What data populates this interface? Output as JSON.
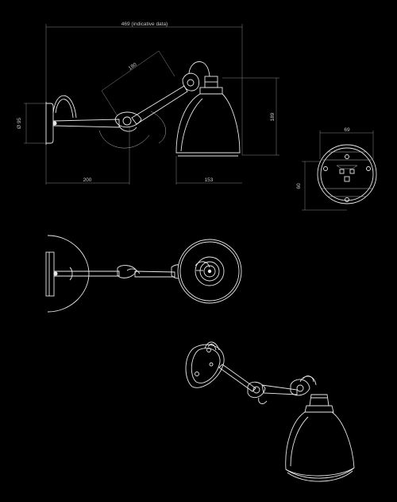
{
  "dimensions": {
    "overall_width": "469 (indicative data)",
    "arm_segment": "180",
    "base_diameter": "Ø 95",
    "height": "189",
    "arm_length": "200",
    "shade_diameter": "153",
    "plate_width": "69",
    "plate_height": "60"
  }
}
